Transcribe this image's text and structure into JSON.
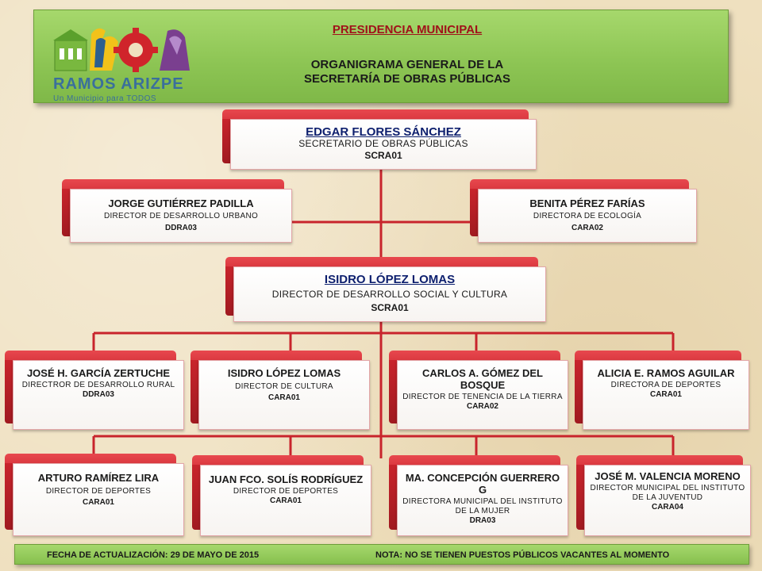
{
  "header": {
    "title": "PRESIDENCIA MUNICIPAL",
    "subtitle_line1": "ORGANIGRAMA GENERAL DE LA",
    "subtitle_line2": "SECRETARÍA DE OBRAS PÚBLICAS",
    "logo_name": "RAMOS ARIZPE",
    "logo_tagline": "Un Municipio para TODOS"
  },
  "org": {
    "secretary": {
      "name": "EDGAR FLORES SÁNCHEZ",
      "role": "SECRETARIO DE OBRAS PÚBLICAS",
      "code": "SCRA01"
    },
    "left_director": {
      "name": "JORGE GUTIÉRREZ PADILLA",
      "role": "DIRECTOR DE DESARROLLO URBANO",
      "code": "DDRA03"
    },
    "right_director": {
      "name": "BENITA PÉREZ FARÍAS",
      "role": "DIRECTORA DE ECOLOGÍA",
      "code": "CARA02"
    },
    "social_director": {
      "name": "ISIDRO LÓPEZ LOMAS",
      "role": "DIRECTOR DE DESARROLLO SOCIAL Y CULTURA",
      "code": "SCRA01"
    },
    "row1": [
      {
        "name": "JOSÉ H. GARCÍA ZERTUCHE",
        "role": "DIRECTROR DE DESARROLLO RURAL",
        "code": "DDRA03"
      },
      {
        "name": "ISIDRO LÓPEZ LOMAS",
        "role": "DIRECTOR DE CULTURA",
        "code": "CARA01"
      },
      {
        "name": "CARLOS A. GÓMEZ DEL BOSQUE",
        "role": "DIRECTOR DE TENENCIA DE LA TIERRA",
        "code": "CARA02"
      },
      {
        "name": "ALICIA E. RAMOS AGUILAR",
        "role": "DIRECTORA DE DEPORTES",
        "code": "CARA01"
      }
    ],
    "row2": [
      {
        "name": "ARTURO RAMÍREZ LIRA",
        "role": "DIRECTOR DE DEPORTES",
        "code": "CARA01"
      },
      {
        "name": "JUAN FCO. SOLÍS RODRÍGUEZ",
        "role": "DIRECTOR DE DEPORTES",
        "code": "CARA01"
      },
      {
        "name": "MA. CONCEPCIÓN GUERRERO G",
        "role": "DIRECTORA MUNICIPAL DEL INSTITUTO DE LA MUJER",
        "code": "DRA03"
      },
      {
        "name": "JOSÉ M. VALENCIA MORENO",
        "role": "DIRECTOR MUNICIPAL DEL INSTITUTO DE LA JUVENTUD",
        "code": "CARA04"
      }
    ]
  },
  "footer": {
    "date_label": "FECHA DE ACTUALIZACIÓN:  29 DE MAYO  DE 2015",
    "note": "NOTA:  NO  SE TIENEN PUESTOS PÚBLICOS VACANTES AL MOMENTO"
  },
  "colors": {
    "banner_green": "#8cc453",
    "tab_red": "#c8242c",
    "connector": "#c8242c",
    "title_red": "#a0121a"
  }
}
